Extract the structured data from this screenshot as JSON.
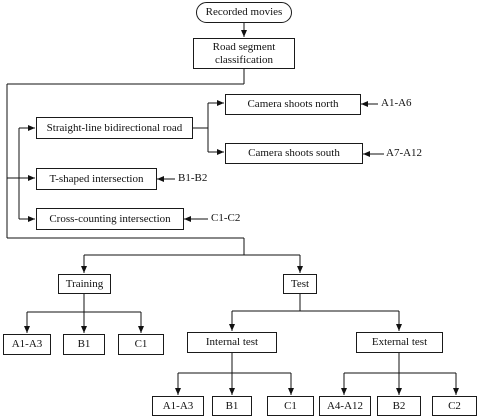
{
  "nodes": {
    "recorded": "Recorded movies",
    "road_seg_line1": "Road segment",
    "road_seg_line2": "classification",
    "straight": "Straight-line bidirectional road",
    "cam_north": "Camera shoots north",
    "cam_south": "Camera shoots south",
    "t_shaped": "T-shaped intersection",
    "cross": "Cross-counting intersection",
    "training": "Training",
    "test": "Test",
    "internal": "Internal test",
    "external": "External test",
    "tr_a": "A1-A3",
    "tr_b": "B1",
    "tr_c": "C1",
    "in_a": "A1-A3",
    "in_b": "B1",
    "in_c": "C1",
    "ex_a": "A4-A12",
    "ex_b": "B2",
    "ex_c": "C2"
  },
  "side_labels": {
    "north_ids": "A1-A6",
    "south_ids": "A7-A12",
    "t_ids": "B1-B2",
    "cross_ids": "C1-C2"
  }
}
